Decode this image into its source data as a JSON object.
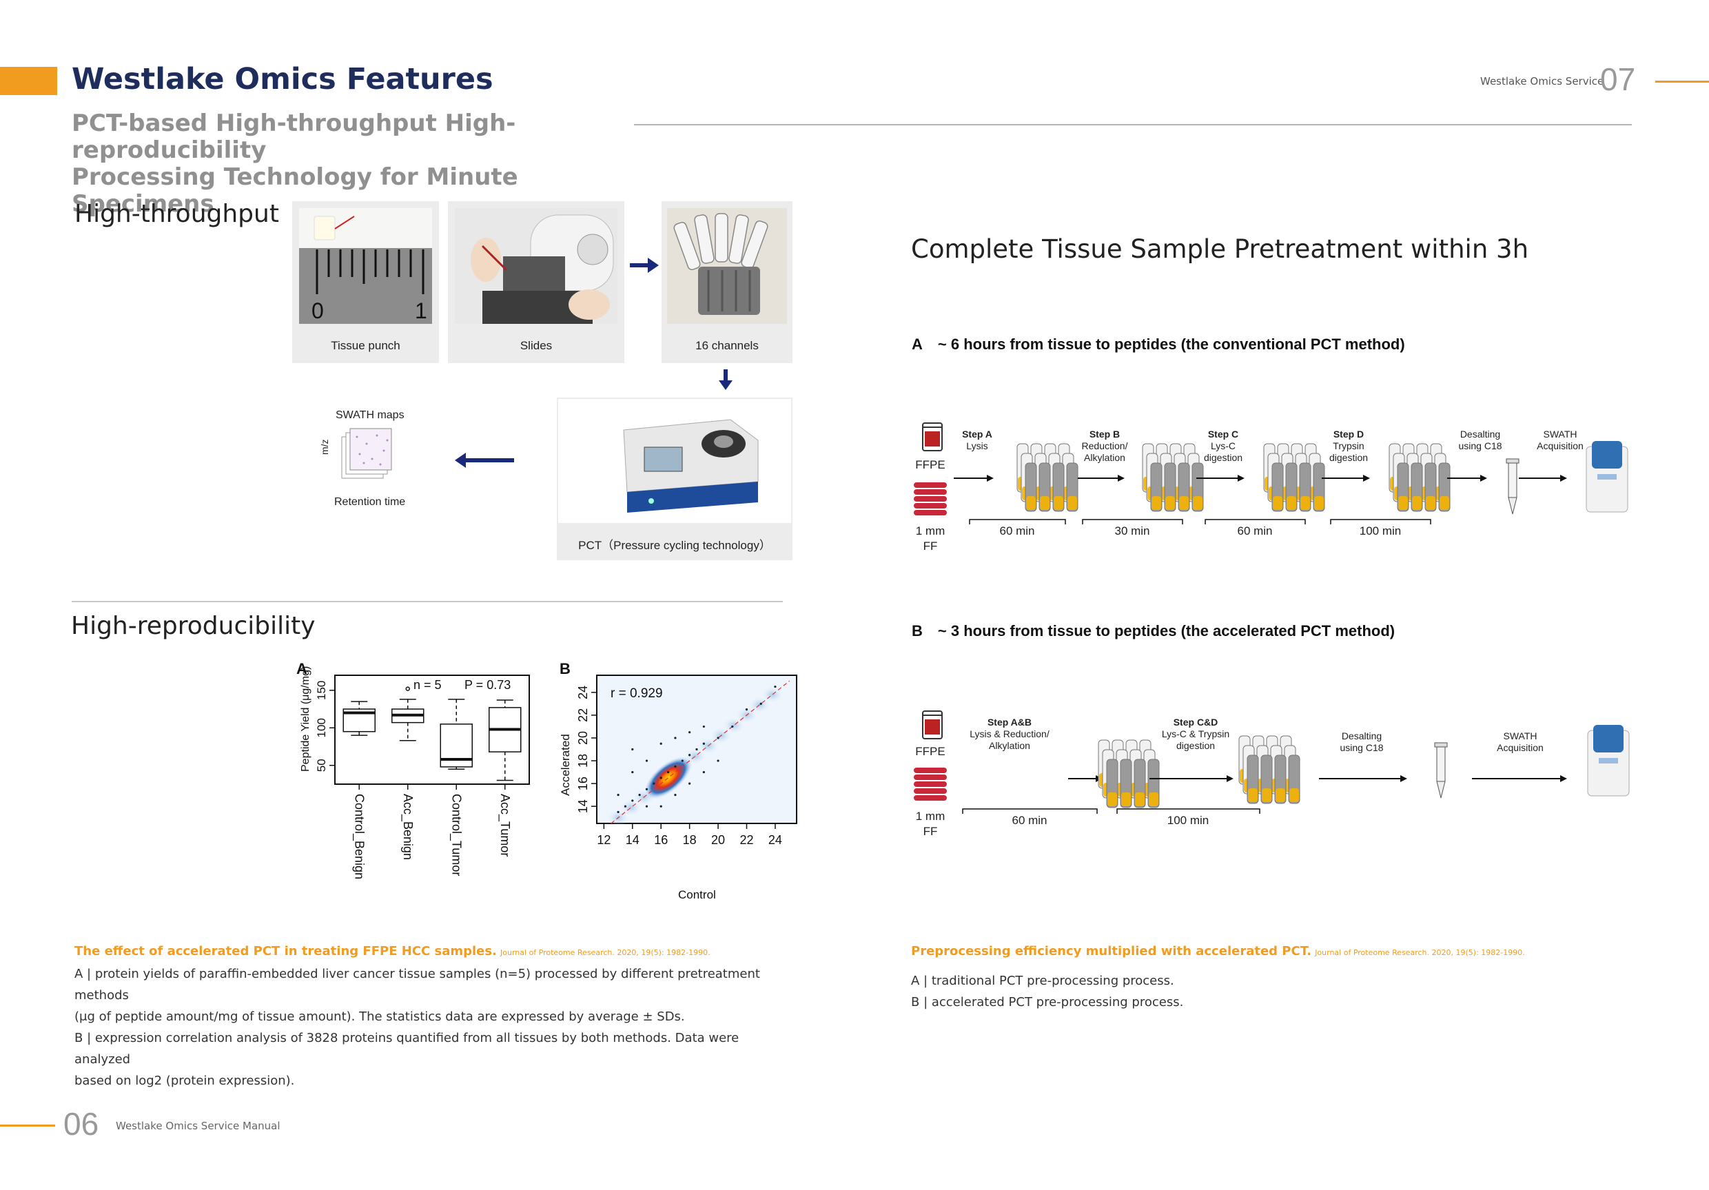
{
  "header": {
    "title": "Westlake Omics Features",
    "subtitle_line1": "PCT-based High-throughput High-reproducibility",
    "subtitle_line2": "Processing Technology for Minute Specimens",
    "service_label": "Westlake Omics Service",
    "page_right": "07"
  },
  "footer": {
    "page_left": "06",
    "manual_label": "Westlake Omics Service Manual"
  },
  "high_throughput": {
    "heading": "High-throughput",
    "panels": [
      {
        "caption": "Tissue punch"
      },
      {
        "caption": "Slides"
      },
      {
        "caption": "16 channels"
      },
      {
        "caption": "PCT（Pressure cycling technology）"
      }
    ],
    "ruler_labels": [
      "0",
      "1"
    ],
    "swath": {
      "title": "SWATH maps",
      "y_axis": "m/z",
      "x_axis": "Retention time"
    }
  },
  "high_reproducibility": {
    "heading": "High-reproducibility",
    "caption_title": "The effect of accelerated PCT in treating FFPE HCC samples.",
    "caption_source": "Journal of Proteome Research. 2020, 19(5): 1982-1990.",
    "caption_a": "A | protein yields of paraffin-embedded liver cancer tissue samples (n=5) processed by different pretreatment methods",
    "caption_a2": " (μg of peptide amount/mg of tissue amount). The statistics data are expressed by average ± SDs.",
    "caption_b": "B | expression correlation analysis of 3828 proteins quantified from all tissues by both methods. Data were analyzed",
    "caption_b2": "based on log2 (protein expression)."
  },
  "chart_data": [
    {
      "type": "box",
      "panel_label": "A",
      "ylabel": "Peptide Yield (μg/mg)",
      "yticks": [
        50,
        100,
        150
      ],
      "ylim": [
        25,
        170
      ],
      "annotation_n": "n = 5",
      "annotation_p": "P = 0.73",
      "categories": [
        "Control_Benign",
        "Acc_Benign",
        "Control_Tumor",
        "Acc_Tumor"
      ],
      "boxes": [
        {
          "min": 90,
          "q1": 95,
          "median": 120,
          "q3": 125,
          "max": 135
        },
        {
          "min": 83,
          "q1": 107,
          "median": 117,
          "q3": 125,
          "max": 138
        },
        {
          "min": 45,
          "q1": 48,
          "median": 58,
          "q3": 105,
          "max": 138
        },
        {
          "min": 30,
          "q1": 68,
          "median": 98,
          "q3": 127,
          "max": 137
        }
      ],
      "outliers": [
        {
          "category": "Acc_Benign",
          "value": 152
        }
      ]
    },
    {
      "type": "scatter",
      "panel_label": "B",
      "xlabel": "Control",
      "ylabel": "Accelerated",
      "xticks": [
        12,
        14,
        16,
        18,
        20,
        22,
        24
      ],
      "yticks": [
        14,
        16,
        18,
        20,
        22,
        24
      ],
      "xlim": [
        11.5,
        25.5
      ],
      "ylim": [
        12.5,
        25.5
      ],
      "annotation": "r = 0.929",
      "density_center": [
        16.5,
        16.5
      ],
      "points": [
        [
          13,
          13.5
        ],
        [
          13.5,
          14
        ],
        [
          14,
          14.5
        ],
        [
          14.5,
          15
        ],
        [
          15,
          15.5
        ],
        [
          15.5,
          16
        ],
        [
          16,
          16.5
        ],
        [
          16.5,
          17
        ],
        [
          17,
          17.5
        ],
        [
          17.5,
          18
        ],
        [
          18,
          18.5
        ],
        [
          18.5,
          19
        ],
        [
          19,
          19.5
        ],
        [
          20,
          20
        ],
        [
          21,
          21
        ],
        [
          22,
          22.5
        ],
        [
          23,
          23
        ],
        [
          24,
          24.5
        ],
        [
          14,
          17
        ],
        [
          15,
          18
        ],
        [
          16,
          19.5
        ],
        [
          17,
          20
        ],
        [
          18,
          20.5
        ],
        [
          19,
          21
        ],
        [
          16,
          14
        ],
        [
          17,
          15
        ],
        [
          18,
          16
        ],
        [
          15,
          14
        ],
        [
          20,
          18
        ],
        [
          14,
          19
        ],
        [
          13,
          15
        ],
        [
          19,
          17
        ]
      ]
    }
  ],
  "right": {
    "heading": "Complete Tissue Sample Pretreatment within 3h",
    "panel_a": {
      "label": "A",
      "title": "~ 6 hours from tissue to peptides (the conventional PCT method)",
      "ffpe": "FFPE",
      "ff_line1": "1 mm",
      "ff_line2": "FF",
      "steps": [
        {
          "name": "Step A",
          "desc": "Lysis",
          "desc2": "",
          "time": "60 min"
        },
        {
          "name": "Step B",
          "desc": "Reduction/",
          "desc2": "Alkylation",
          "time": "30 min"
        },
        {
          "name": "Step C",
          "desc": "Lys-C",
          "desc2": "digestion",
          "time": "60 min"
        },
        {
          "name": "Step D",
          "desc": "Trypsin",
          "desc2": "digestion",
          "time": "100 min"
        }
      ],
      "desalting": "Desalting",
      "desalting2": "using C18",
      "swath": "SWATH",
      "swath2": "Acquisition"
    },
    "panel_b": {
      "label": "B",
      "title": "~ 3 hours from tissue to peptides (the accelerated PCT method)",
      "ffpe": "FFPE",
      "ff_line1": "1 mm",
      "ff_line2": "FF",
      "steps": [
        {
          "name": "Step A&B",
          "desc": "Lysis & Reduction/",
          "desc2": "Alkylation",
          "time": "60 min"
        },
        {
          "name": "Step C&D",
          "desc": "Lys-C & Trypsin",
          "desc2": "digestion",
          "time": "100 min"
        }
      ],
      "desalting": "Desalting",
      "desalting2": "using C18",
      "swath": "SWATH",
      "swath2": "Acquisition"
    },
    "caption_title": "Preprocessing efficiency multiplied with accelerated PCT.",
    "caption_source": "Journal of Proteome Research. 2020, 19(5): 1982-1990.",
    "caption_a": "A | traditional PCT pre-processing process.",
    "caption_b": "B | accelerated PCT pre-processing process."
  },
  "colors": {
    "accent": "#f29c1f",
    "navy": "#1e2d5c",
    "arrow": "#1a2a7a",
    "gray": "#909090"
  }
}
